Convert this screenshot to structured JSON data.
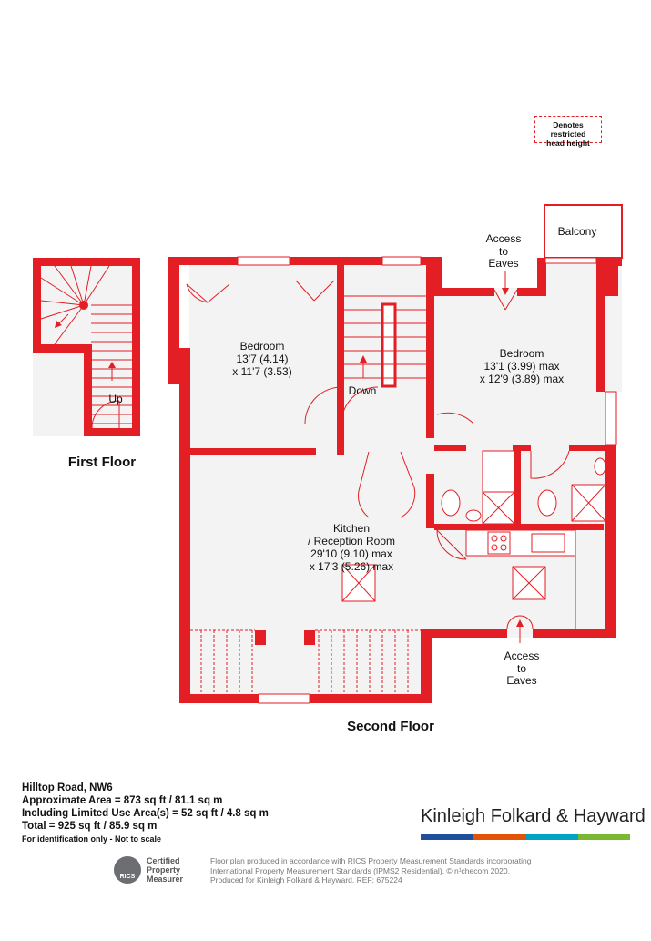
{
  "legend": {
    "line1": "Denotes restricted",
    "line2": "head height"
  },
  "rooms": {
    "bedroom1": {
      "name": "Bedroom",
      "dim1": "13'7 (4.14)",
      "dim2": "x 11'7 (3.53)"
    },
    "bedroom2": {
      "name": "Bedroom",
      "dim1": "13'1 (3.99) max",
      "dim2": "x 12'9 (3.89) max"
    },
    "kitchen": {
      "name": "Kitchen",
      "line2": "/ Reception Room",
      "dim1": "29'10 (9.10) max",
      "dim2": "x 17'3 (5.26) max"
    },
    "balcony": {
      "name": "Balcony"
    }
  },
  "labels": {
    "access_top": [
      "Access",
      "to",
      "Eaves"
    ],
    "access_bottom": [
      "Access",
      "to",
      "Eaves"
    ],
    "down": "Down",
    "up": "Up",
    "first_floor": "First Floor",
    "second_floor": "Second Floor"
  },
  "info": {
    "address": "Hilltop Road, NW6",
    "approx_area": "Approximate Area = 873 sq ft / 81.1 sq m",
    "limited_use": "Including Limited Use Area(s) = 52 sq ft / 4.8 sq m",
    "total": "Total = 925 sq ft / 85.9 sq m",
    "note": "For identification only - Not to scale"
  },
  "brand": {
    "name": "Kinleigh Folkard & Hayward",
    "colors": [
      "#1f4e9c",
      "#e35205",
      "#00a3c4",
      "#78b833"
    ]
  },
  "rics": {
    "logo_text": "RICS",
    "line1": "Certified",
    "line2": "Property",
    "line3": "Measurer"
  },
  "disclaimer": {
    "line1": "Floor plan produced in accordance with RICS Property Measurement Standards incorporating",
    "line2": "International Property Measurement Standards (IPMS2 Residential).  © n¹checom 2020.",
    "line3": "Produced for Kinleigh Folkard & Hayward.   REF: 675224"
  },
  "colors": {
    "wall": "#e31e24",
    "floor": "#f3f3f3",
    "line": "#e31e24"
  }
}
